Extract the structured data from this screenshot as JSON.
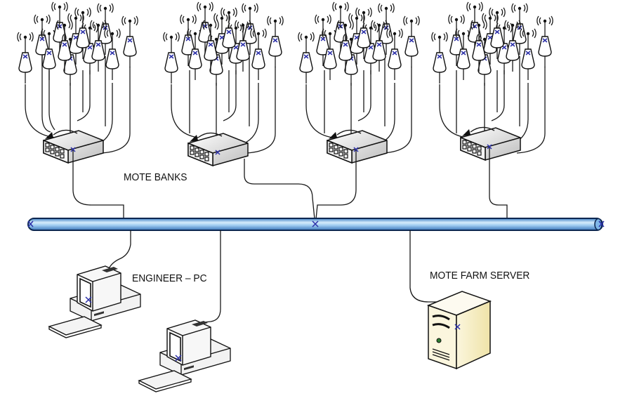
{
  "labels": {
    "mote_banks": "MOTE BANKS",
    "engineer_pc": "ENGINEER – PC",
    "server": "MOTE FARM SERVER"
  },
  "colors": {
    "bus_fill": "#8ec3ef",
    "bus_highlight": "#d6ecfb",
    "bus_outline": "#0d2750",
    "connector_x": "#2b2fa8",
    "wire": "#1a1a1a",
    "server_body": "#f7f0cf",
    "server_led": "#2e7d32"
  },
  "diagram": {
    "mote_banks": [
      {
        "id": "bank-1",
        "motes": 13
      },
      {
        "id": "bank-2",
        "motes": 13
      },
      {
        "id": "bank-3",
        "motes": 13
      },
      {
        "id": "bank-4",
        "motes": 13
      }
    ],
    "network_bus": {
      "name": "ethernet-bus"
    },
    "engineer_pcs": [
      {
        "id": "pc-1"
      },
      {
        "id": "pc-2"
      }
    ],
    "server": {
      "id": "mote-farm-server"
    }
  }
}
